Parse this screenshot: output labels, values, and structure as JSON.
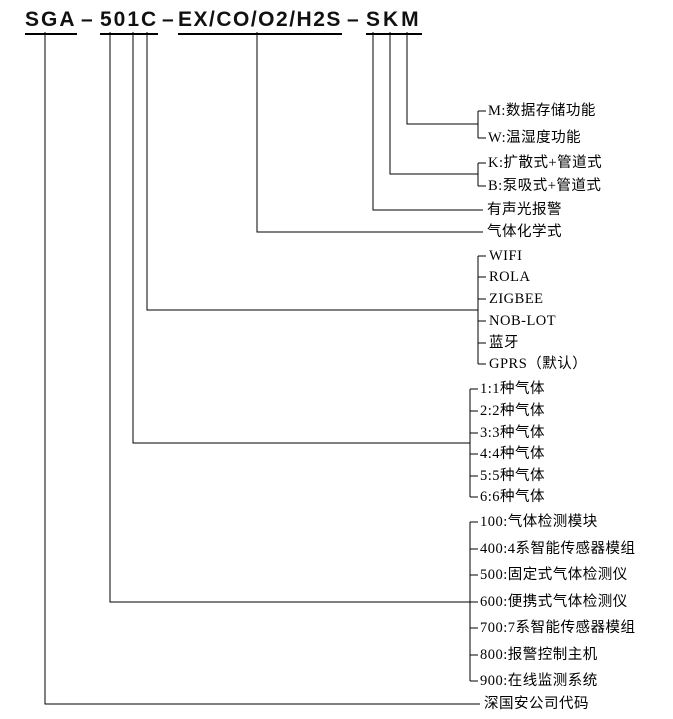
{
  "title": {
    "seg_sga": "SGA",
    "dash": "–",
    "seg_model": "501C",
    "seg_gas": "EX/CO/O2/H2S",
    "seg_suffix": "SKM"
  },
  "legend": {
    "m_group": [
      "M:数据存储功能",
      "W:温湿度功能"
    ],
    "k_group": [
      "K:扩散式+管道式",
      "B:泵吸式+管道式"
    ],
    "alarm": "有声光报警",
    "gas_formula": "气体化学式",
    "comm_group": [
      "WIFI",
      "ROLA",
      "ZIGBEE",
      "NOB-LOT",
      "蓝牙",
      "GPRS（默认）"
    ],
    "gas_count_group": [
      "1:1种气体",
      "2:2种气体",
      "3:3种气体",
      "4:4种气体",
      "5:5种气体",
      "6:6种气体"
    ],
    "series_group": [
      "100:气体检测模块",
      "400:4系智能传感器模组",
      "500:固定式气体检测仪",
      "600:便携式气体检测仪",
      "700:7系智能传感器模组",
      "800:报警控制主机",
      "900:在线监测系统"
    ],
    "company": "深国安公司代码"
  },
  "colors": {
    "line": "#000000",
    "text": "#000000",
    "background": "#ffffff"
  }
}
